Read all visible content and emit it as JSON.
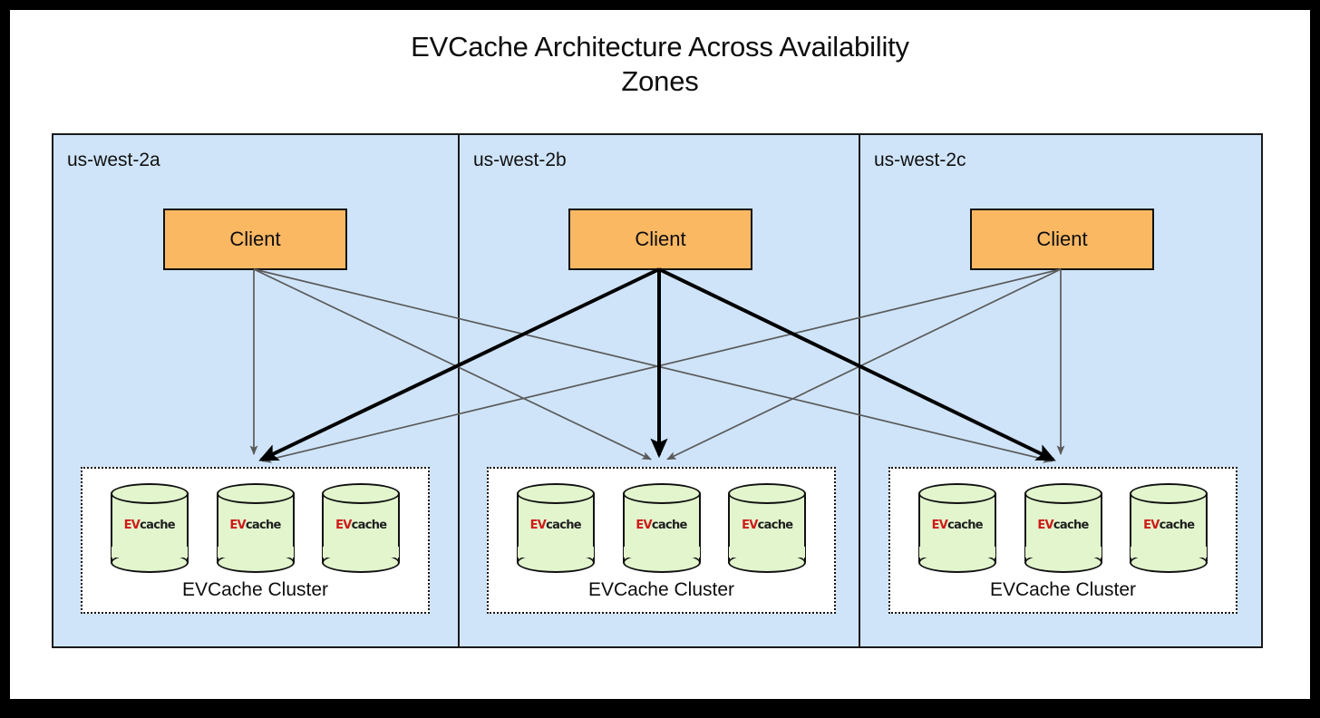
{
  "diagram": {
    "title": "EVCache Architecture Across Availability\nZones",
    "background_color": "#ffffff",
    "frame_color": "#000000",
    "region_fill": "#cfe4f9",
    "region_border": "#1a1a1a"
  },
  "zones": [
    {
      "id": "us-west-2a",
      "label": "us-west-2a",
      "client": {
        "label": "Client",
        "fill": "#fbb863",
        "border": "#111111"
      },
      "cluster": {
        "label": "EVCache Cluster",
        "border_style": "dotted",
        "fill": "#ffffff",
        "nodes": [
          {
            "logo_prefix": "EV",
            "logo_suffix": "cache",
            "fill": "#e2f5cd"
          },
          {
            "logo_prefix": "EV",
            "logo_suffix": "cache",
            "fill": "#e2f5cd"
          },
          {
            "logo_prefix": "EV",
            "logo_suffix": "cache",
            "fill": "#e2f5cd"
          }
        ]
      }
    },
    {
      "id": "us-west-2b",
      "label": "us-west-2b",
      "client": {
        "label": "Client",
        "fill": "#fbb863",
        "border": "#111111"
      },
      "cluster": {
        "label": "EVCache Cluster",
        "border_style": "dotted",
        "fill": "#ffffff",
        "nodes": [
          {
            "logo_prefix": "EV",
            "logo_suffix": "cache",
            "fill": "#e2f5cd"
          },
          {
            "logo_prefix": "EV",
            "logo_suffix": "cache",
            "fill": "#e2f5cd"
          },
          {
            "logo_prefix": "EV",
            "logo_suffix": "cache",
            "fill": "#e2f5cd"
          }
        ]
      }
    },
    {
      "id": "us-west-2c",
      "label": "us-west-2c",
      "client": {
        "label": "Client",
        "fill": "#fbb863",
        "border": "#111111"
      },
      "cluster": {
        "label": "EVCache Cluster",
        "border_style": "dotted",
        "fill": "#ffffff",
        "nodes": [
          {
            "logo_prefix": "EV",
            "logo_suffix": "cache",
            "fill": "#e2f5cd"
          },
          {
            "logo_prefix": "EV",
            "logo_suffix": "cache",
            "fill": "#e2f5cd"
          },
          {
            "logo_prefix": "EV",
            "logo_suffix": "cache",
            "fill": "#e2f5cd"
          }
        ]
      }
    }
  ],
  "connections": {
    "description": "Each client writes to the EVCache cluster in every availability zone",
    "highlighted_source": "us-west-2b",
    "highlight_color": "#000000",
    "normal_color": "#5a5a5a",
    "edges": [
      {
        "from": "us-west-2a",
        "to": "us-west-2a",
        "style": "normal"
      },
      {
        "from": "us-west-2a",
        "to": "us-west-2b",
        "style": "normal"
      },
      {
        "from": "us-west-2a",
        "to": "us-west-2c",
        "style": "normal"
      },
      {
        "from": "us-west-2b",
        "to": "us-west-2a",
        "style": "highlighted"
      },
      {
        "from": "us-west-2b",
        "to": "us-west-2b",
        "style": "highlighted"
      },
      {
        "from": "us-west-2b",
        "to": "us-west-2c",
        "style": "highlighted"
      },
      {
        "from": "us-west-2c",
        "to": "us-west-2a",
        "style": "normal"
      },
      {
        "from": "us-west-2c",
        "to": "us-west-2b",
        "style": "normal"
      },
      {
        "from": "us-west-2c",
        "to": "us-west-2c",
        "style": "normal"
      }
    ]
  }
}
